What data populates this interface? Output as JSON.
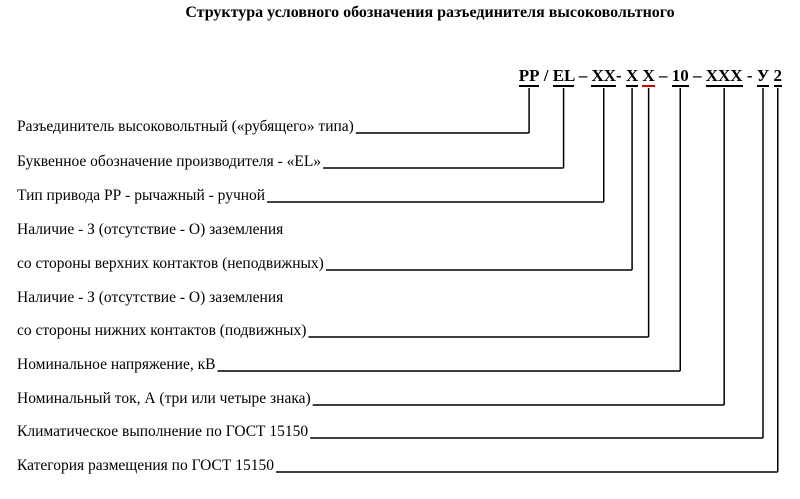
{
  "title": "Структура условного обозначения разъединителя высоковольтного",
  "code": {
    "seg1": "РР",
    "sep1": " / ",
    "seg2": "EL",
    "sep2": " – ",
    "seg3": "ХХ",
    "sep3": "- ",
    "seg4": "Х",
    "sep4": " ",
    "seg5": "Х",
    "sep5": " – ",
    "seg6": "10",
    "sep6": " – ",
    "seg7": "ХХХ",
    "sep7": " - ",
    "seg8": "У",
    "sep8": " ",
    "seg9": "2"
  },
  "labels": [
    "Разъединитель высоковольтный («рубящего» типа)",
    "Буквенное обозначение производителя - «EL»",
    "Тип привода РР - рычажный - ручной",
    "Наличие - З (отсутствие - О) заземления",
    "со стороны  верхних контактов (неподвижных)",
    "Наличие - З (отсутствие - О) заземления",
    "со стороны  нижних контактов (подвижных)",
    "Номинальное напряжение, кВ",
    "Номинальный ток, А (три или четыре знака)",
    "Климатическое выполнение по ГОСТ 15150",
    "Категория размещения по ГОСТ 15150"
  ],
  "colors": {
    "text": "#000000",
    "accent_underline": "#cc0000"
  }
}
